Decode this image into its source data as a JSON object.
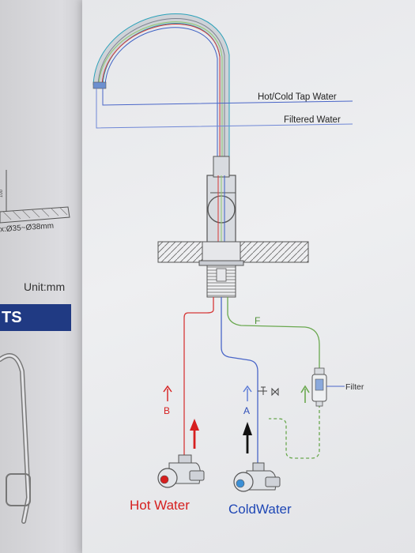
{
  "labels": {
    "hot_cold_tap_water": "Hot/Cold Tap Water",
    "filtered_water": "Filtered Water",
    "dimensions": "x:Ø35~Ø38mm",
    "unit": "Unit:mm",
    "section_header": "TS",
    "line_f": "F",
    "line_b": "B",
    "line_a": "A",
    "filter": "Filter",
    "hot_water": "Hot Water",
    "cold_water": "ColdWater"
  },
  "colors": {
    "hot": "#d61f1f",
    "cold": "#1f47b5",
    "filtered": "#6aa84f",
    "header_bar": "#203a83"
  }
}
